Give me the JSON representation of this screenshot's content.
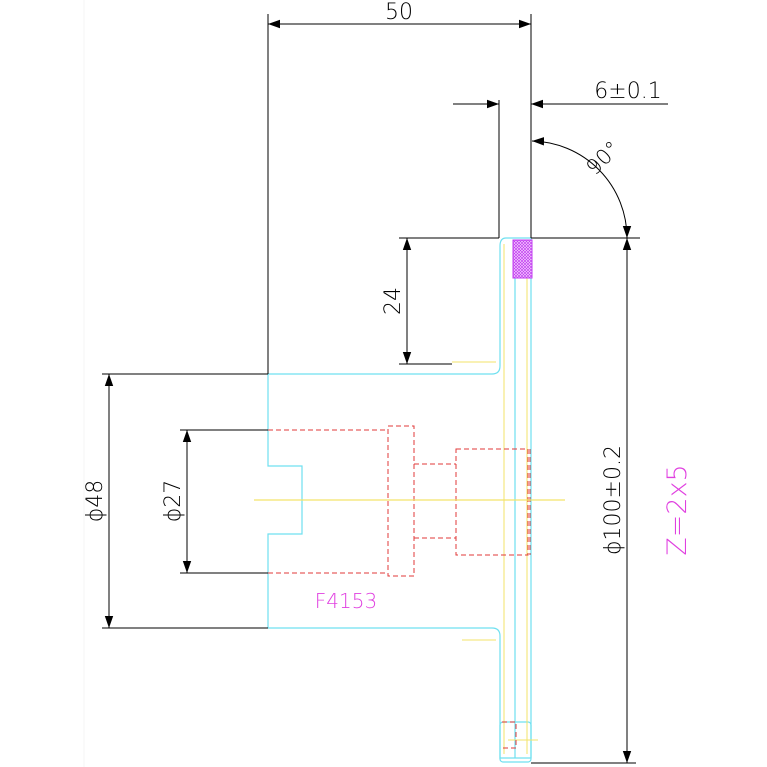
{
  "drawing": {
    "dimensions": {
      "width_top": "50",
      "tolerance_top": "6±0.1",
      "angle": "90°",
      "height_24": "24",
      "dia_48": "ϕ48",
      "dia_27": "ϕ27",
      "dia_100": "ϕ100±0.2"
    },
    "labels": {
      "part_number": "F4153",
      "teeth": "Z=2x5"
    },
    "colors": {
      "dimension": "#000000",
      "outline": "#6fe0f0",
      "hidden": "#e03a3a",
      "centerline": "#f3e36a",
      "annotation": "#e040e0",
      "hatch": "#cc44ee"
    }
  }
}
